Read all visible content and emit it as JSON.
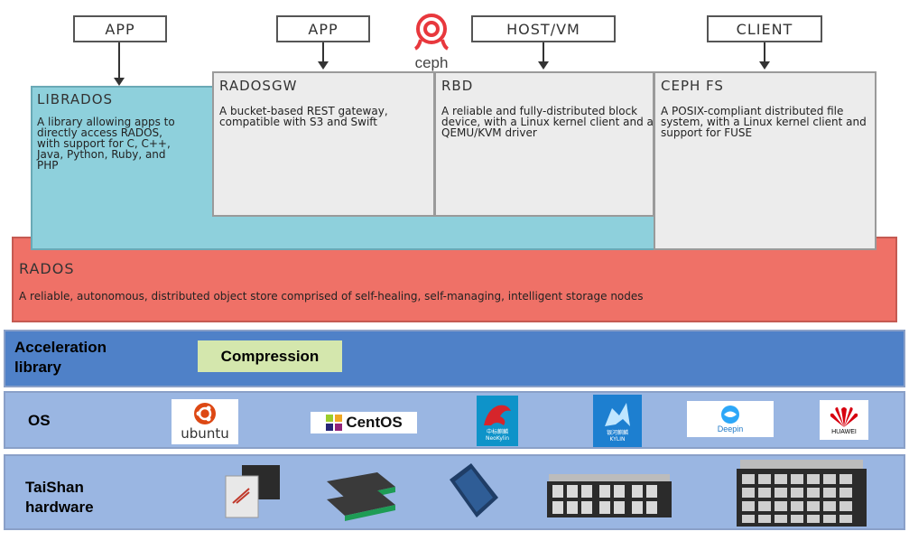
{
  "top_boxes": {
    "app1": "APP",
    "app2": "APP",
    "host": "HOST/VM",
    "client": "CLIENT"
  },
  "ceph_logo_text": "ceph",
  "librados": {
    "title": "LIBRADOS",
    "desc": "A library allowing apps to directly access RADOS, with support for C, C++, Java, Python, Ruby, and PHP"
  },
  "radosgw": {
    "title": "RADOSGW",
    "desc": "A bucket-based REST gateway, compatible with S3 and Swift"
  },
  "rbd": {
    "title": "RBD",
    "desc": "A reliable and fully-distributed block device, with a Linux kernel client and a QEMU/KVM driver"
  },
  "cephfs": {
    "title": "CEPH FS",
    "desc": "A POSIX-compliant distributed file system, with a Linux kernel client and support for FUSE"
  },
  "rados": {
    "title": "RADOS",
    "desc": "A reliable, autonomous, distributed object store comprised of self-healing, self-managing, intelligent storage nodes"
  },
  "acceleration": {
    "label": "Acceleration library",
    "compression": "Compression"
  },
  "os": {
    "label": "OS",
    "logos": {
      "ubuntu": "ubuntu",
      "centos": "CentOS",
      "neokylin_cn": "中标麒麟",
      "neokylin": "NeoKylin",
      "kylin_cn": "银河麒麟",
      "kylin": "KYLIN",
      "deepin": "Deepin",
      "huawei": "HUAWEI"
    }
  },
  "hardware": {
    "label": "TaiShan hardware"
  },
  "colors": {
    "librados_bg": "#8ed0dc",
    "rados_bg": "#ef7167",
    "band_blue": "#4f81c8",
    "band_light": "#9ab6e2",
    "compression_bg": "#d4e7ad"
  }
}
